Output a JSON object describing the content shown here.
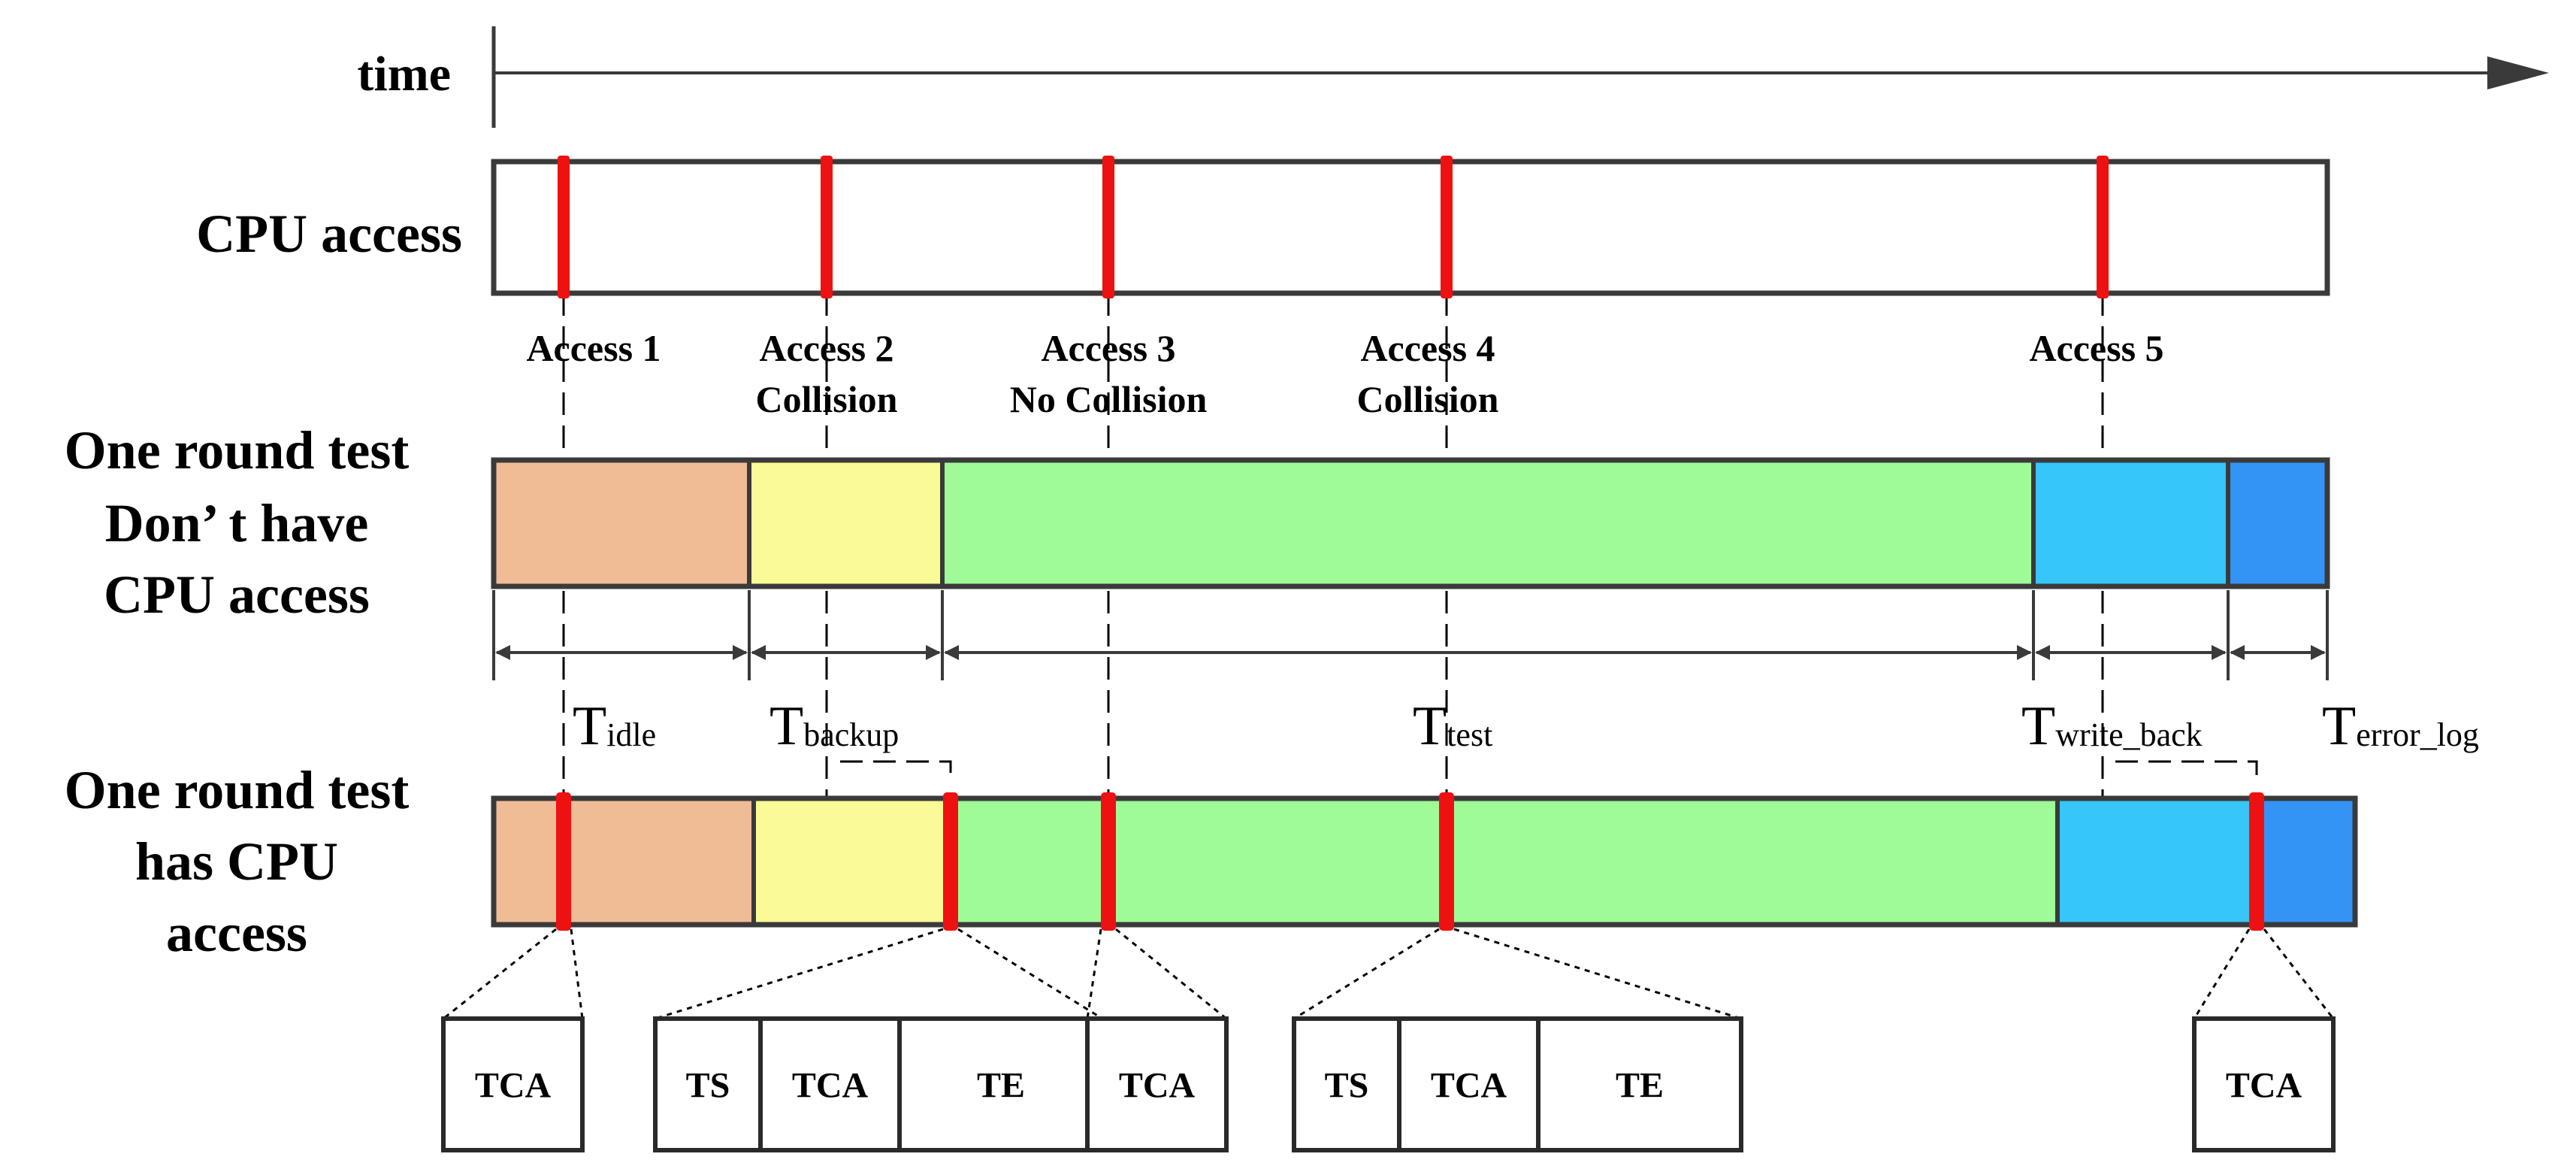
{
  "colors": {
    "idle": "#f0bc96",
    "backup": "#fafa96",
    "test": "#9ffb97",
    "write_back": "#36c6f8",
    "error_log": "#3394f6",
    "access_marker": "#ee1111",
    "outline": "#3a3a3a"
  },
  "timeline": {
    "label": "time"
  },
  "rows": {
    "cpu_access": {
      "label": "CPU access"
    },
    "no_cpu": {
      "line1": "One round test",
      "line2": "Don’ t have",
      "line3": "CPU access"
    },
    "has_cpu": {
      "line1": "One round test",
      "line2": "has CPU",
      "line3": "access"
    }
  },
  "accesses": [
    {
      "line1": "Access 1",
      "line2": ""
    },
    {
      "line1": "Access 2",
      "line2": "Collision"
    },
    {
      "line1": "Access 3",
      "line2": "No Collision"
    },
    {
      "line1": "Access 4",
      "line2": "Collision"
    },
    {
      "line1": "Access 5",
      "line2": ""
    }
  ],
  "phases": [
    {
      "key": "idle",
      "T": "T",
      "sub": "idle"
    },
    {
      "key": "backup",
      "T": "T",
      "sub": "backup"
    },
    {
      "key": "test",
      "T": "T",
      "sub": "test"
    },
    {
      "key": "write_back",
      "T": "T",
      "sub": "write_back"
    },
    {
      "key": "error_log",
      "T": "T",
      "sub": "error_log"
    }
  ],
  "zoom_groups": [
    [
      "TCA"
    ],
    [
      "TS",
      "TCA",
      "TE"
    ],
    [
      "TCA"
    ],
    [
      "TS",
      "TCA",
      "TE"
    ],
    [
      "TCA"
    ]
  ]
}
